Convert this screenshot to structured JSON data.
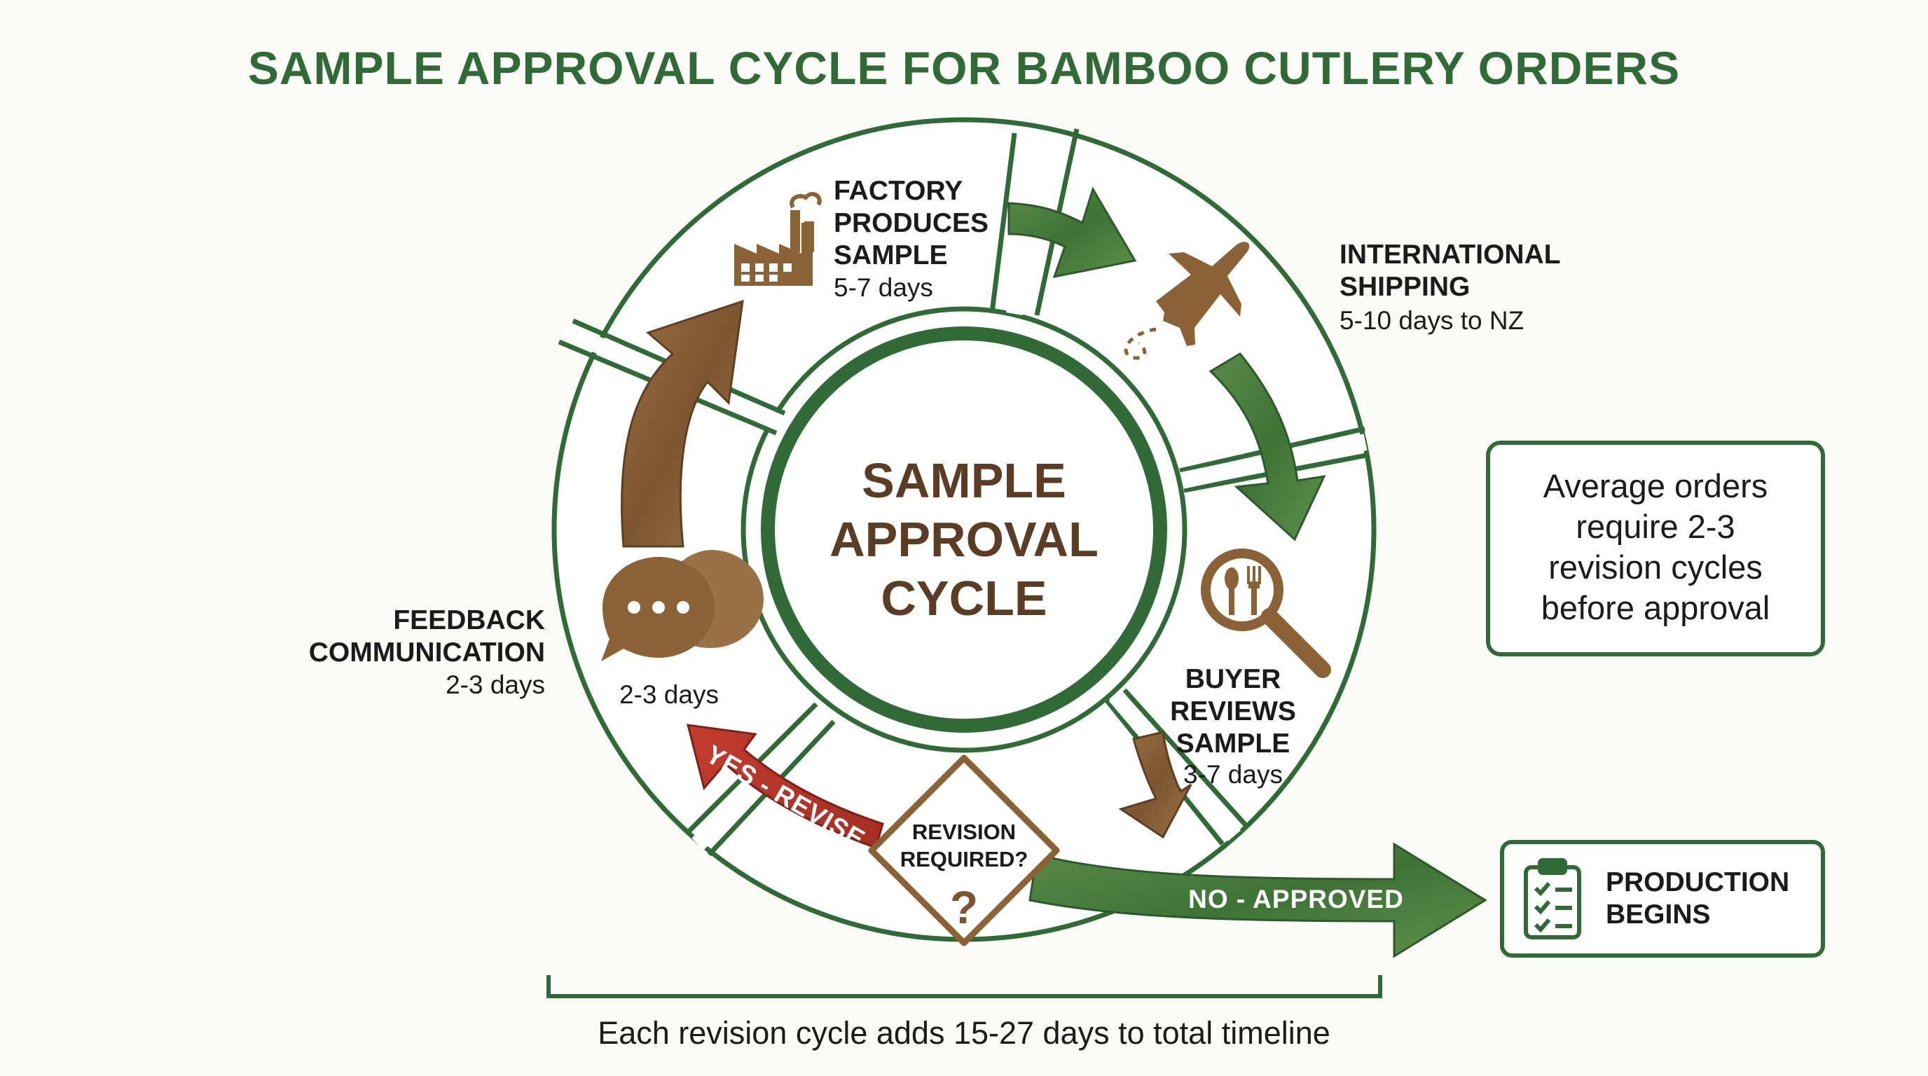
{
  "title": "SAMPLE APPROVAL CYCLE FOR BAMBOO CUTLERY ORDERS",
  "center": {
    "line1": "SAMPLE",
    "line2": "APPROVAL",
    "line3": "CYCLE"
  },
  "stages": {
    "factory": {
      "line1": "FACTORY",
      "line2": "PRODUCES",
      "line3": "SAMPLE",
      "duration": "5-7 days",
      "icon": "factory-icon"
    },
    "shipping": {
      "line1": "INTERNATIONAL",
      "line2": "SHIPPING",
      "duration": "5-10 days to NZ",
      "icon": "airplane-icon"
    },
    "review": {
      "line1": "BUYER",
      "line2": "REVIEWS",
      "line3": "SAMPLE",
      "duration": "3-7 days",
      "icon": "magnifier-cutlery-icon"
    },
    "feedback": {
      "line1": "FEEDBACK",
      "line2": "COMMUNICATION",
      "duration": "2-3 days",
      "inner_duration": "2-3 days",
      "icon": "chat-bubbles-icon"
    }
  },
  "decision": {
    "line1": "REVISION",
    "line2": "REQUIRED?",
    "mark": "?"
  },
  "arrows": {
    "revise": "YES - REVISE",
    "approved": "NO - APPROVED"
  },
  "note": {
    "line1": "Average orders",
    "line2": "require 2-3",
    "line3": "revision cycles",
    "line4": "before approval"
  },
  "production": {
    "line1": "PRODUCTION",
    "line2": "BEGINS",
    "icon": "clipboard-checklist-icon"
  },
  "timeline_note": "Each revision cycle adds 15-27 days to total timeline",
  "colors": {
    "green": "#2f6a37",
    "green_arrow": "#4b7f3d",
    "brown": "#8a6236",
    "brown_text": "#5a3d24",
    "red": "#b8372a",
    "dark": "#1b1b1b",
    "background": "#fbfbf7"
  }
}
